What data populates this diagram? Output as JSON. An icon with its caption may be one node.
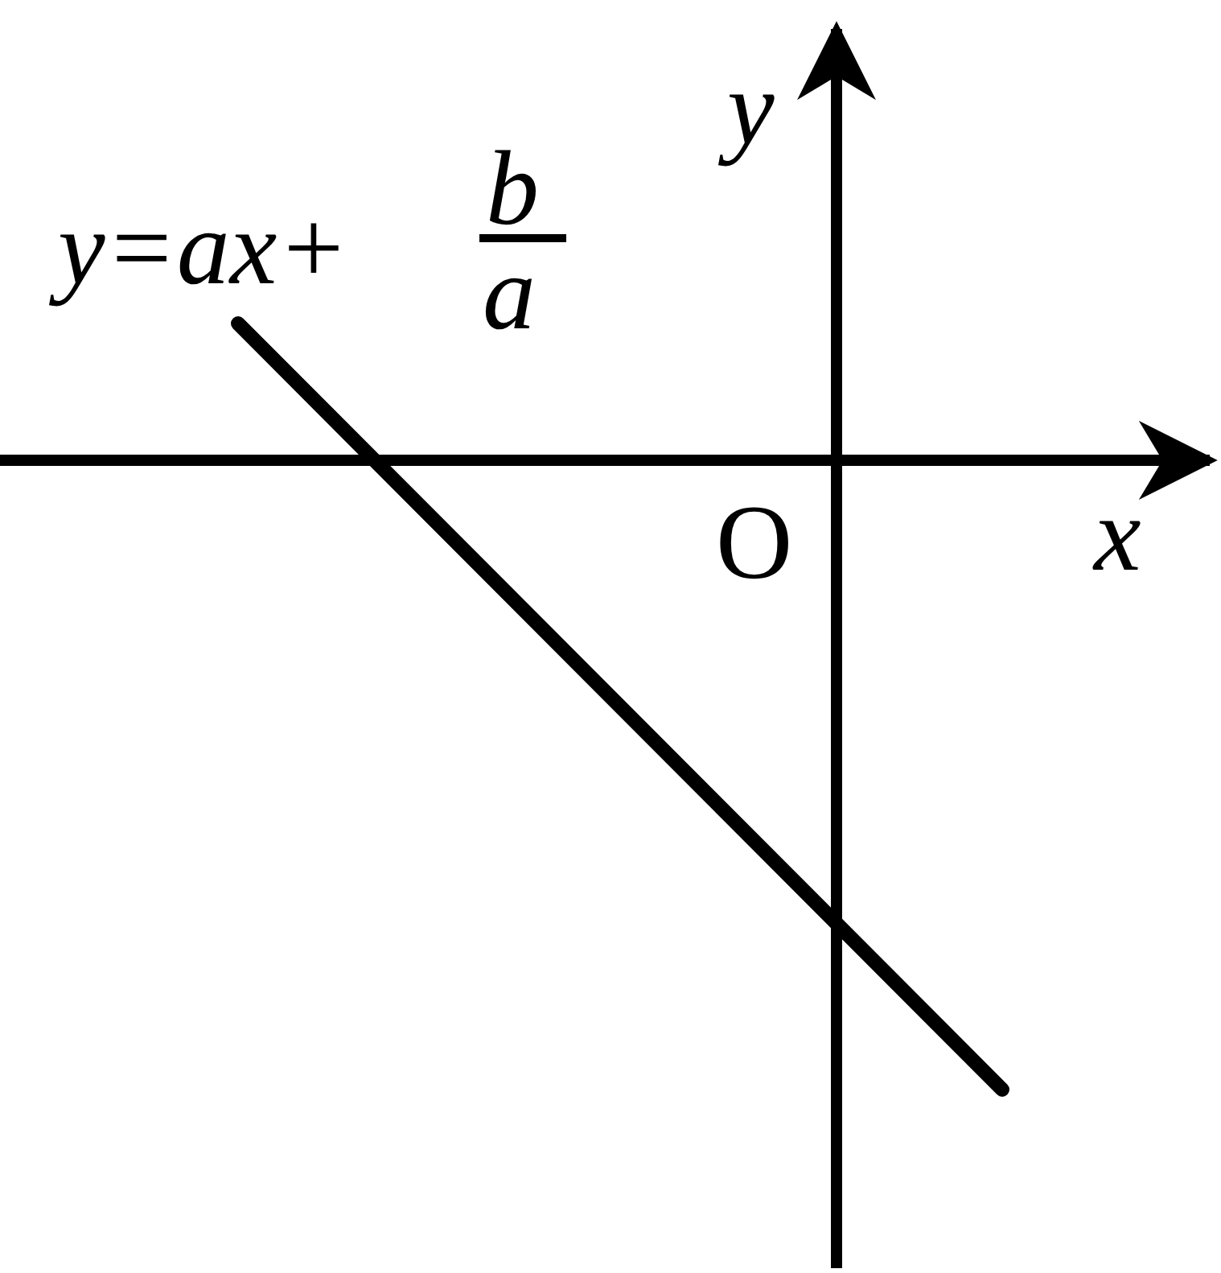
{
  "diagram": {
    "labels": [
      "y",
      "y=ax+",
      "b",
      "a",
      "O",
      "x"
    ]
  }
}
